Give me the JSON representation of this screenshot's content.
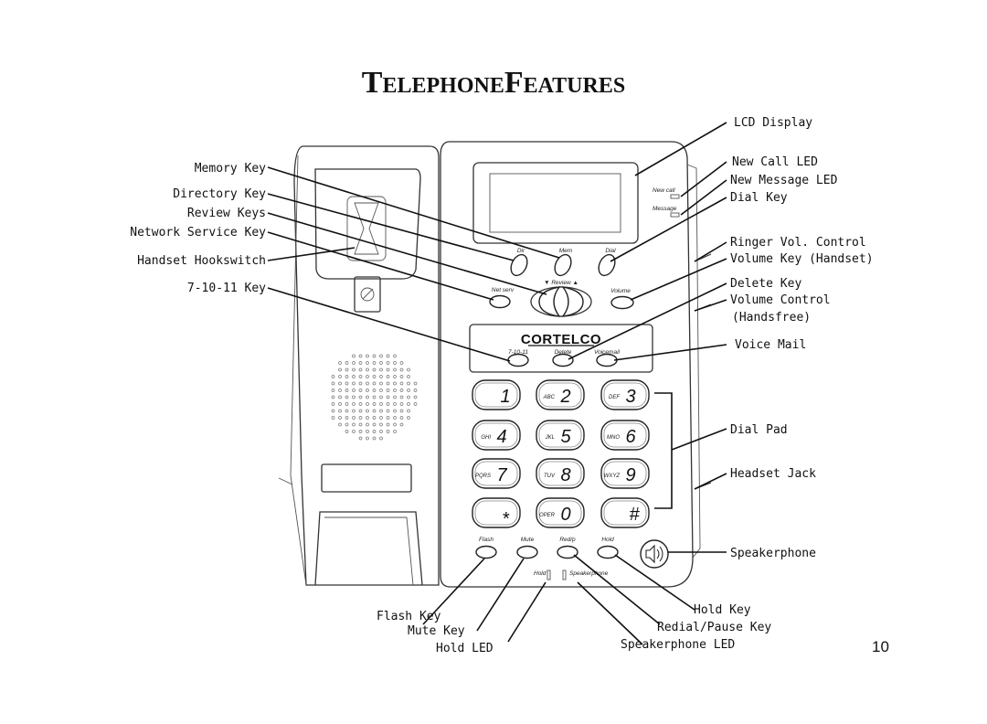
{
  "title": {
    "part1_cap": "T",
    "part1_rest": "ELEPHONE",
    "part2_cap": "F",
    "part2_rest": "EATURES"
  },
  "page_number": "10",
  "phone": {
    "brand": "CORTELCO",
    "side_labels": {
      "new_call": "New call",
      "message": "Message"
    },
    "top_keys": {
      "dir": "Dir",
      "mem": "Mem",
      "dial": "Dial"
    },
    "review_label": "▼ Review ▲",
    "net_serv": "Net serv",
    "volume": "Volume",
    "row_keys": {
      "k71011": "7-10-11",
      "delete": "Delete",
      "voicemail": "Voicemail"
    },
    "dial_pad": [
      {
        "digit": "1",
        "letters": ""
      },
      {
        "digit": "2",
        "letters": "ABC"
      },
      {
        "digit": "3",
        "letters": "DEF"
      },
      {
        "digit": "4",
        "letters": "GHI"
      },
      {
        "digit": "5",
        "letters": "JKL"
      },
      {
        "digit": "6",
        "letters": "MNO"
      },
      {
        "digit": "7",
        "letters": "PQRS"
      },
      {
        "digit": "8",
        "letters": "TUV"
      },
      {
        "digit": "9",
        "letters": "WXYZ"
      },
      {
        "digit": "*",
        "letters": ""
      },
      {
        "digit": "0",
        "letters": "OPER"
      },
      {
        "digit": "#",
        "letters": ""
      }
    ],
    "bottom_keys": {
      "flash": "Flash",
      "mute": "Mute",
      "redial": "Red/p",
      "hold": "Hold"
    },
    "leds": {
      "hold": "Hold",
      "speakerphone": "Speakerphone"
    }
  },
  "callouts": {
    "memory_key": "Memory  Key",
    "directory_key": "Directory Key",
    "review_keys": "Review  Keys",
    "network_service_key": "Network Service Key",
    "handset_hookswitch": "Handset Hookswitch",
    "key_7_10_11": "7-10-11 Key",
    "lcd_display": "LCD Display",
    "new_call_led": "New Call LED",
    "new_message_led": "New  Message  LED",
    "dial_key": "Dial Key",
    "ringer_vol_control": "Ringer Vol. Control",
    "volume_key_handset": "Volume Key (Handset)",
    "delete_key": "Delete Key",
    "volume_control": "Volume Control",
    "handsfree": "(Handsfree)",
    "voice_mail": "Voice Mail",
    "dial_pad": "Dial Pad",
    "headset_jack": "Headset Jack",
    "speakerphone": "Speakerphone",
    "hold_key": "Hold Key",
    "redial_pause_key": "Redial/Pause Key",
    "speakerphone_led": "Speakerphone  LED",
    "flash_key": "Flash Key",
    "mute_key": "Mute  Key",
    "hold_led": "Hold LED"
  }
}
